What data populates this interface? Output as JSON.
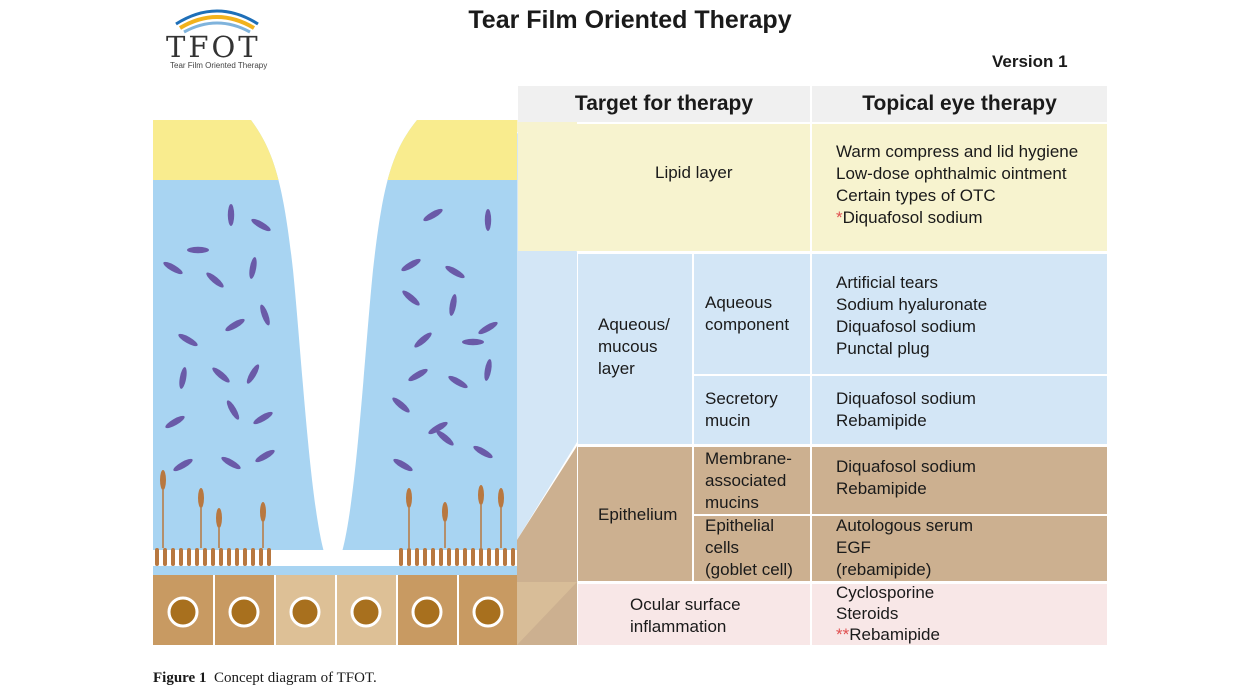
{
  "title": "Tear Film Oriented Therapy",
  "version": "Version 1",
  "logo": {
    "text": "TFOT",
    "subtext": "Tear Film Oriented Therapy"
  },
  "headers": {
    "target": "Target for therapy",
    "therapy": "Topical eye therapy"
  },
  "rows": {
    "lipid": {
      "target": "Lipid layer",
      "therapies": [
        "Warm compress and lid hygiene",
        "Low-dose ophthalmic ointment",
        "Certain types of OTC"
      ],
      "starred_marker": "*",
      "starred_therapy": "Diquafosol sodium"
    },
    "aqueous": {
      "target": [
        "Aqueous/",
        "mucous",
        "layer"
      ],
      "aqueous_component": {
        "label": [
          "Aqueous",
          "component"
        ],
        "therapies": [
          "Artificial tears",
          "Sodium hyaluronate",
          "Diquafosol sodium",
          "Punctal plug"
        ]
      },
      "secretory_mucin": {
        "label": [
          "Secretory",
          "mucin"
        ],
        "therapies": [
          "Diquafosol sodium",
          "Rebamipide"
        ]
      }
    },
    "epithelium": {
      "target": "Epithelium",
      "membrane_mucins": {
        "label": [
          "Membrane-",
          "associated",
          "mucins"
        ],
        "therapies": [
          "Diquafosol sodium",
          "Rebamipide"
        ]
      },
      "epithelial_cells": {
        "label": [
          "Epithelial",
          "cells",
          "(goblet cell)"
        ],
        "therapies": [
          "Autologous serum",
          "EGF",
          "(rebamipide)"
        ]
      }
    },
    "inflammation": {
      "target": [
        "Ocular surface",
        "inflammation"
      ],
      "therapies": [
        "Cyclosporine",
        "Steroids"
      ],
      "starred_marker": "**",
      "starred_therapy": "Rebamipide"
    }
  },
  "caption": {
    "label": "Figure 1",
    "text": "Concept diagram of TFOT."
  },
  "colors": {
    "lipid": "#f7f3cf",
    "lipid_diagram": "#f9ec8e",
    "aqueous": "#d3e6f6",
    "aqueous_diagram": "#a8d4f2",
    "epithelium": "#ccb090",
    "inflammation": "#f8e7e7",
    "header": "#f0f0f0",
    "molecule": "#6a5aa8",
    "microvilli": "#b87840",
    "star": "#e05050"
  }
}
